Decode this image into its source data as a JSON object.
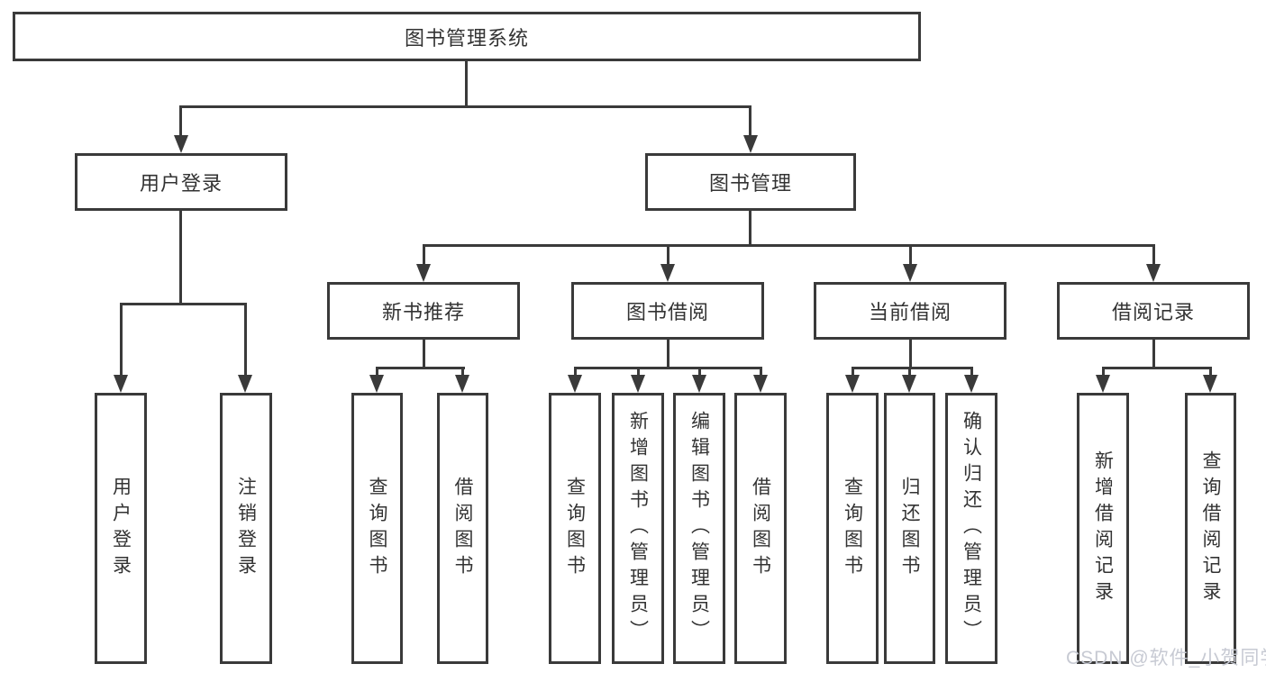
{
  "tree": {
    "root": "图书管理系统",
    "children": [
      {
        "label": "用户登录",
        "children": [
          "用户登录",
          "注销登录"
        ]
      },
      {
        "label": "图书管理",
        "children": [
          {
            "label": "新书推荐",
            "children": [
              "查询图书",
              "借阅图书"
            ]
          },
          {
            "label": "图书借阅",
            "children": [
              "查询图书",
              "新增图书（管理员）",
              "编辑图书（管理员）",
              "借阅图书"
            ]
          },
          {
            "label": "当前借阅",
            "children": [
              "查询图书",
              "归还图书",
              "确认归还（管理员）"
            ]
          },
          {
            "label": "借阅记录",
            "children": [
              "新增借阅记录",
              "查询借阅记录"
            ]
          }
        ]
      }
    ]
  },
  "watermark": "CSDN @软件_小贺同学",
  "colors": {
    "line": "#3a3a3a",
    "text": "#333333",
    "watermark": "#c7cad3",
    "background": "#ffffff"
  }
}
